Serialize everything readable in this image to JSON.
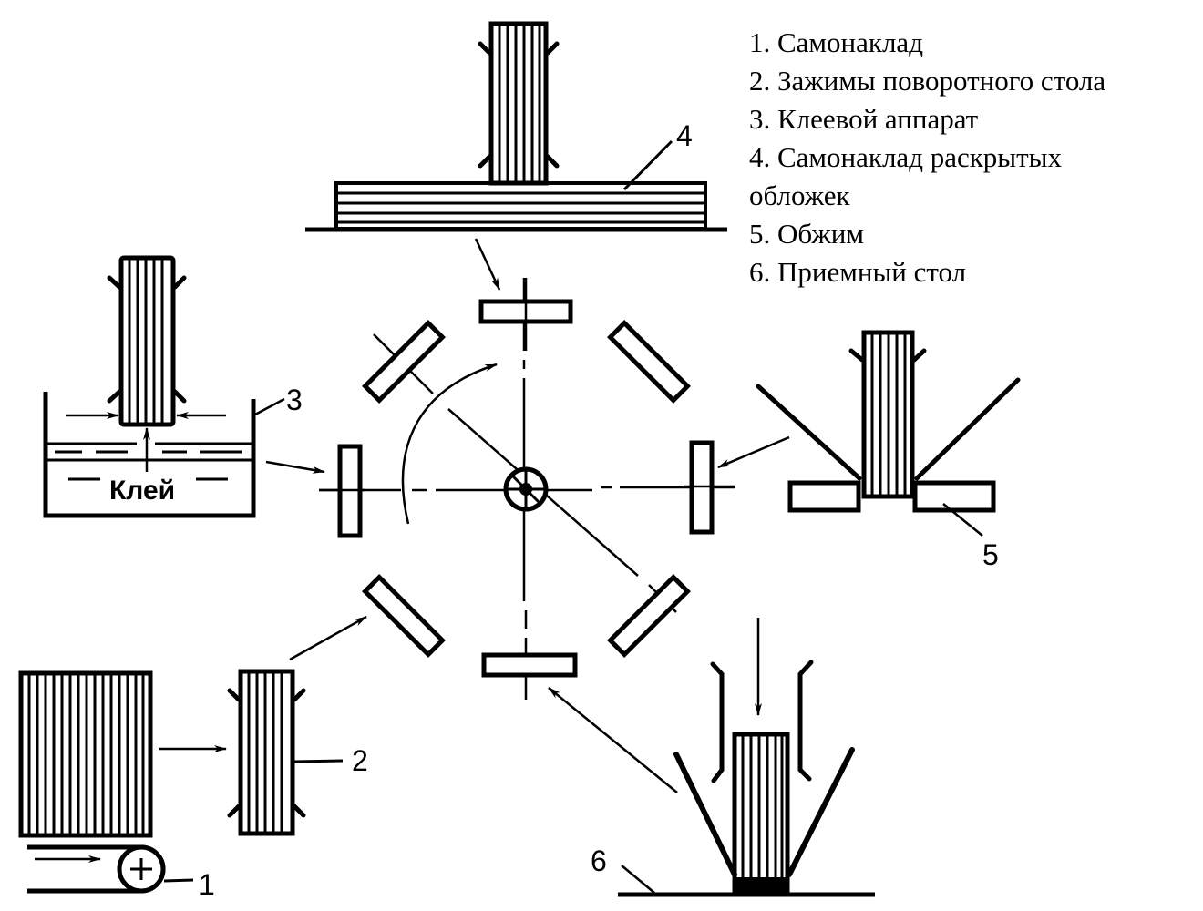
{
  "legend": {
    "items": [
      {
        "number": "1",
        "text": "1. Самонаклад"
      },
      {
        "number": "2",
        "text": "2. Зажимы поворотного стола"
      },
      {
        "number": "3",
        "text": "3. Клеевой аппарат"
      },
      {
        "number": "4",
        "text": "4. Самонаклад раскрытых"
      },
      {
        "number": "4-cont",
        "text": "обложек"
      },
      {
        "number": "5",
        "text": "5. Обжим"
      },
      {
        "number": "6",
        "text": "6. Приемный стол"
      }
    ]
  },
  "callouts": {
    "c1": "1",
    "c2": "2",
    "c3": "3",
    "c4": "4",
    "c5": "5",
    "c6": "6"
  },
  "glue_label": "Клей",
  "colors": {
    "ink": "#000000",
    "paper": "#ffffff"
  }
}
